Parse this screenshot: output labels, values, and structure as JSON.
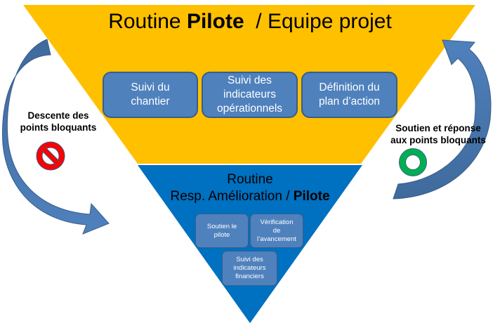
{
  "top_section": {
    "title_prefix": "Routine ",
    "title_bold": "Pilote",
    "title_suffix": "  / Equipe projet",
    "color": "#ffc000",
    "boxes": [
      {
        "lines": [
          "Suivi du",
          "chantier"
        ]
      },
      {
        "lines": [
          "Suivi des",
          "indicateurs",
          "opérationnels"
        ]
      },
      {
        "lines": [
          "Définition du",
          "plan d’action"
        ]
      }
    ]
  },
  "bottom_section": {
    "title_line1": "Routine",
    "title_line2_prefix": "Resp. Amélioration / ",
    "title_line2_bold": "Pilote",
    "color": "#0070c0",
    "boxes": [
      {
        "lines": [
          "Soutien le",
          "pilote"
        ]
      },
      {
        "lines": [
          "Vérification",
          "de",
          "l’avancement"
        ]
      },
      {
        "lines": [
          "Suivi des",
          "indicateurs",
          "financiers"
        ]
      }
    ]
  },
  "left_arrow": {
    "label_lines": [
      "Descente des",
      "points bloquants"
    ],
    "icon": "prohibited-icon",
    "direction": "down"
  },
  "right_arrow": {
    "label_lines": [
      "Soutien et réponse",
      "aux points bloquants"
    ],
    "icon": "ok-ring-icon",
    "direction": "up"
  },
  "colors": {
    "box_fill": "#4f81bd",
    "box_border": "#385d8a",
    "arrow": "#4f81bd",
    "prohibited": "#ff0000",
    "ok_ring": "#00b050"
  }
}
